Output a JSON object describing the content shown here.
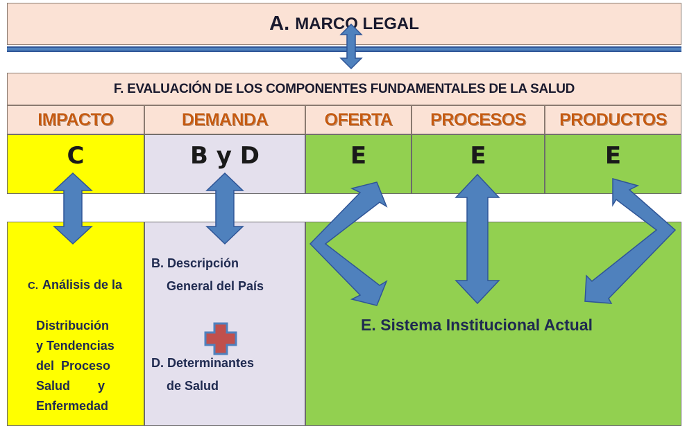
{
  "marco_legal": {
    "letter": "A.",
    "title": "MARCO  LEGAL"
  },
  "evaluacion": {
    "title": "F.  EVALUACIÓN DE LOS COMPONENTES FUNDAMENTALES DE LA SALUD"
  },
  "headers": [
    "IMPACTO",
    "DEMANDA",
    "OFERTA",
    "PROCESOS",
    "PRODUCTOS"
  ],
  "letters": [
    "C",
    "B y D",
    "E",
    "E",
    "E"
  ],
  "analisis": {
    "prefix": "C.",
    "lines": [
      "Análisis de la",
      "Distribución",
      "y Tendencias",
      "del  Proceso",
      "Salud        y",
      "Enfermedad"
    ]
  },
  "descripcion": {
    "prefix": "B.",
    "line1": "Descripción",
    "line2": "General del País"
  },
  "determinantes": {
    "prefix": "D.",
    "line1": "Determinantes",
    "line2": "de Salud"
  },
  "sistema": {
    "prefix": "E.",
    "label": "Sistema Institucional Actual"
  },
  "colors": {
    "impacto": "#ffff00",
    "demanda": "#e4e0ed",
    "oferta": "#92d050",
    "header_text": "#c55a11",
    "arrow": "#4f81bd",
    "plus": "#c0504d",
    "banner": "#fbe2d5"
  },
  "icons": {
    "connector": "double-arrow",
    "sum": "plus-sign"
  }
}
